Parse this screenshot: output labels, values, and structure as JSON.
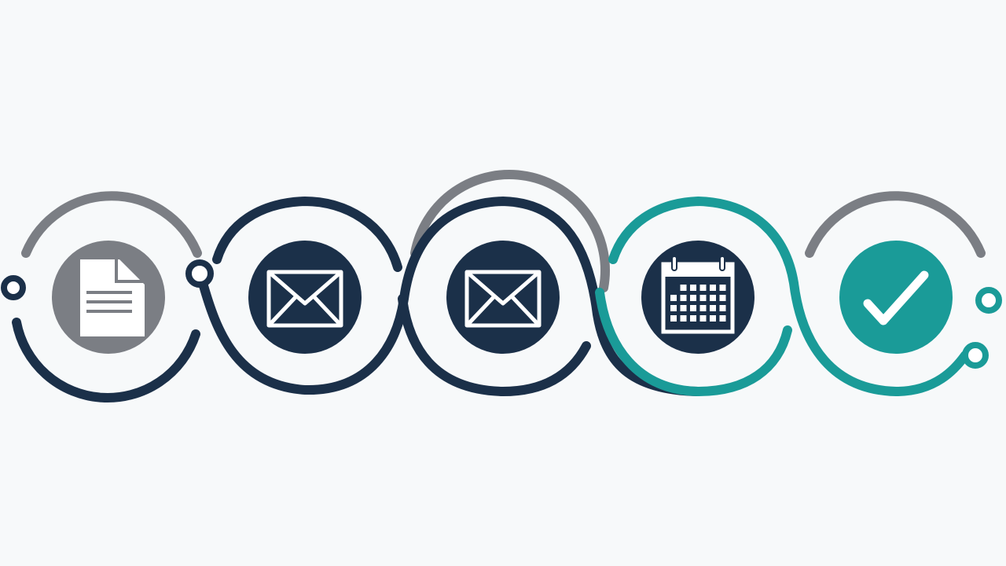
{
  "colors": {
    "background": "#f7f9fa",
    "gray": "#7b7e84",
    "navy": "#1b3049",
    "teal": "#1a9b98",
    "white": "#ffffff"
  },
  "steps": [
    {
      "icon": "document-icon",
      "color_key": "gray"
    },
    {
      "icon": "envelope-icon",
      "color_key": "navy"
    },
    {
      "icon": "envelope-icon",
      "color_key": "navy"
    },
    {
      "icon": "calendar-icon",
      "color_key": "navy"
    },
    {
      "icon": "checkmark-icon",
      "color_key": "teal"
    }
  ]
}
